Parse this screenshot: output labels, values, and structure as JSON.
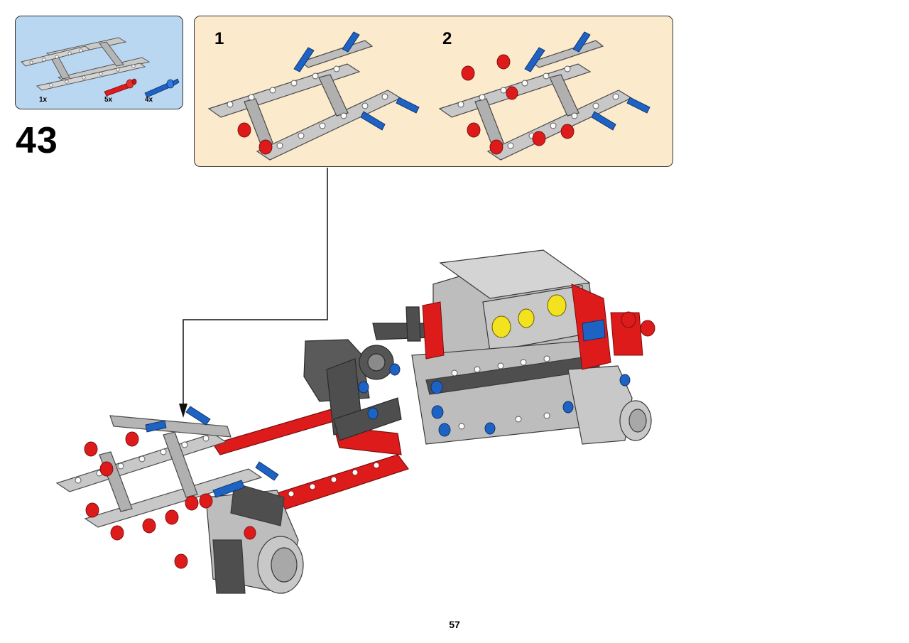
{
  "parts_list": {
    "items": [
      {
        "count": "1x",
        "part": "frame-assembly",
        "color": "#bcbcbc"
      },
      {
        "count": "5x",
        "part": "red-friction-pin",
        "color": "#dd1b1b"
      },
      {
        "count": "4x",
        "part": "blue-axle-pin",
        "color": "#1e63c4"
      }
    ]
  },
  "step": {
    "number": "43"
  },
  "sub_steps": [
    {
      "label": "1"
    },
    {
      "label": "2"
    }
  ],
  "page": {
    "number": "57"
  },
  "colors": {
    "parts_bg": "#b9d7f1",
    "substep_bg": "#fbeacb",
    "light_gray": "#bcbcbc",
    "dark_gray": "#4e4e4e",
    "red": "#dd1b1b",
    "blue": "#1e63c4",
    "yellow": "#f3e21e"
  }
}
